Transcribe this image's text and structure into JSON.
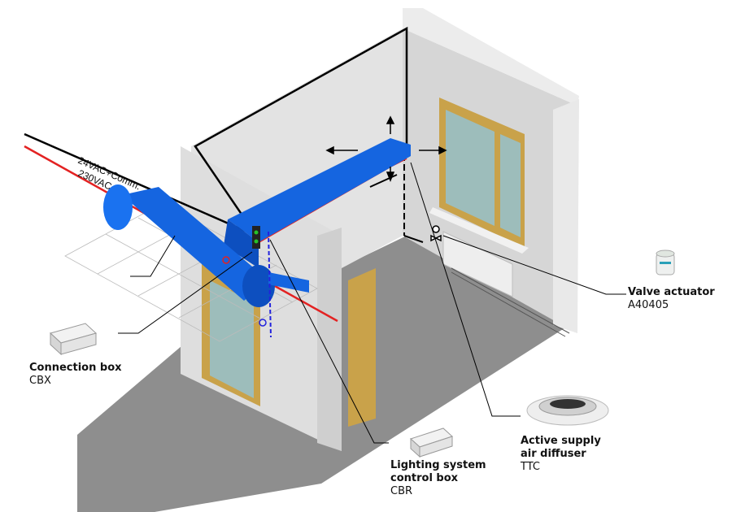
{
  "wires": {
    "comm_label": "24VAC+Comm.",
    "power_label": "230VAC"
  },
  "callouts": {
    "valve": {
      "title": "Valve actuator",
      "code": "A40405"
    },
    "connection": {
      "title": "Connection box",
      "code": "CBX"
    },
    "diffuser": {
      "title_line1": "Active supply",
      "title_line2": "air diffuser",
      "code": "TTC"
    },
    "lighting": {
      "title_line1": "Lighting system",
      "title_line2": "control box",
      "code": "CBR"
    }
  },
  "colors": {
    "duct": "#1565e0",
    "power_wire": "#e32222",
    "comm_wire": "#000000",
    "wall": "#dcdcdc",
    "floor": "#8f8f8f",
    "window_frame": "#c9a24a",
    "glass": "#9fbfbe"
  }
}
